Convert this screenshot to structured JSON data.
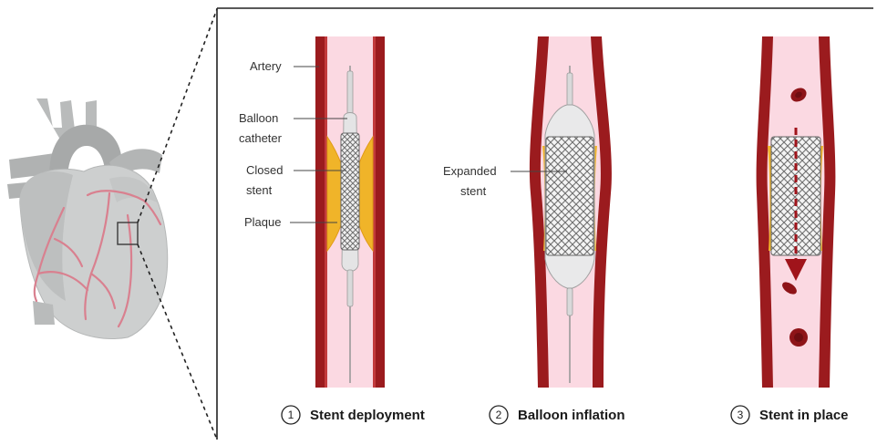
{
  "labels": {
    "artery": "Artery",
    "balloon_catheter_1": "Balloon",
    "balloon_catheter_2": "catheter",
    "closed_stent_1": "Closed",
    "closed_stent_2": "stent",
    "plaque": "Plaque",
    "expanded_stent_1": "Expanded",
    "expanded_stent_2": "stent"
  },
  "steps": [
    {
      "number": "1",
      "title": "Stent deployment"
    },
    {
      "number": "2",
      "title": "Balloon inflation"
    },
    {
      "number": "3",
      "title": "Stent in place"
    }
  ],
  "colors": {
    "artery_wall": "#9b1b1e",
    "artery_wall_inner": "#c0392b",
    "lumen": "#fbd9e2",
    "plaque": "#f0b429",
    "balloon": "#e9e9ea",
    "stent": "#6f6f6f",
    "blood_cell": "#8e1418",
    "heart": "#c9cbcb",
    "coronary": "#d9808f"
  }
}
